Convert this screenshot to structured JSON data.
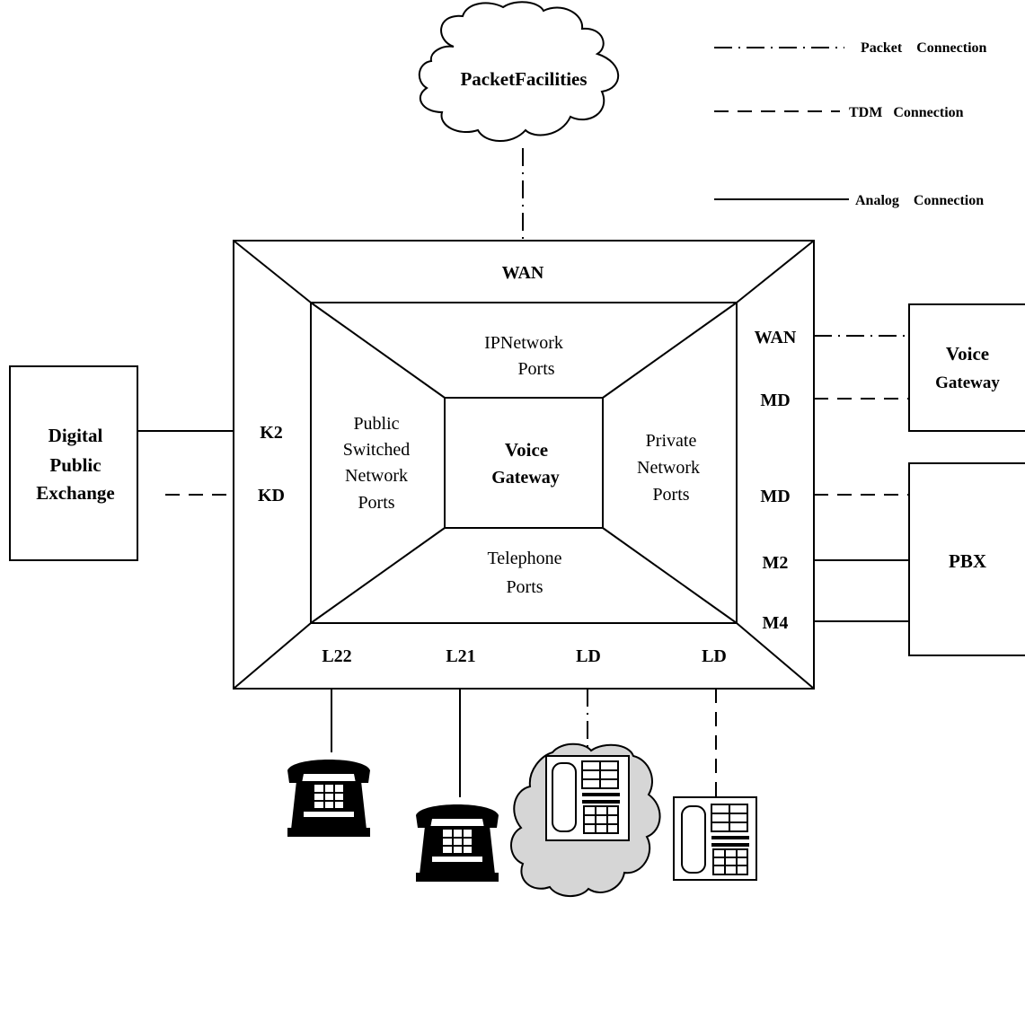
{
  "legend": {
    "packet": "Packet    Connection",
    "tdm": "TDM   Connection",
    "analog": "Analog    Connection"
  },
  "cloud_label": "PacketFacilities",
  "outer_box": {
    "top_label": "WAN"
  },
  "inner": {
    "top": [
      "IPNetwork",
      "Ports"
    ],
    "left": [
      "Public",
      "Switched",
      "Network",
      "Ports"
    ],
    "center": [
      "Voice",
      "Gateway"
    ],
    "right": [
      "Private",
      "Network",
      "Ports"
    ],
    "bottom": [
      "Telephone",
      "Ports"
    ]
  },
  "left_ports": [
    "K2",
    "KD"
  ],
  "right_ports": [
    "WAN",
    "MD",
    "MD",
    "M2",
    "M4"
  ],
  "bottom_ports": [
    "L22",
    "L21",
    "LD",
    "LD"
  ],
  "digital_exchange": [
    "Digital",
    "Public",
    "Exchange"
  ],
  "voice_gateway_right": [
    "Voice",
    "Gateway"
  ],
  "pbx": "PBX",
  "icons": [
    "telephone-icon",
    "telephone-icon",
    "digital-phone-icon",
    "ip-phone-cloud-icon"
  ]
}
